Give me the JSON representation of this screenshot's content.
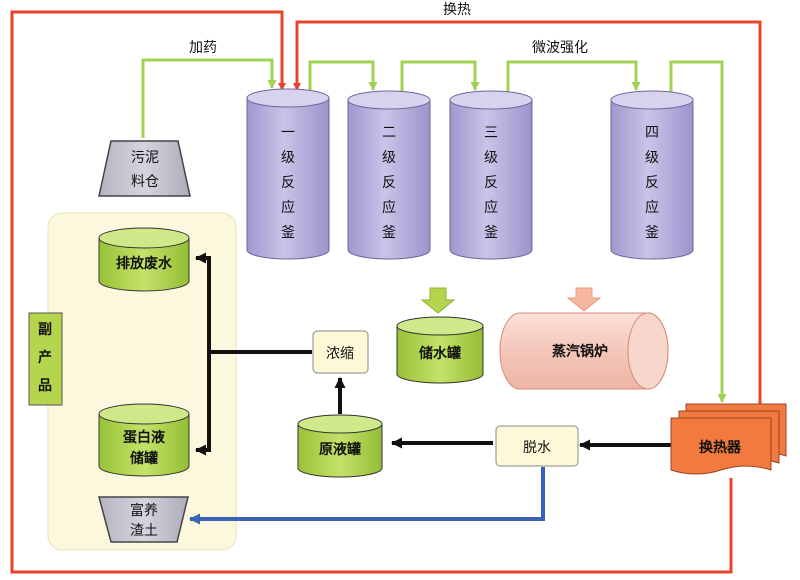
{
  "labels": {
    "heat_exchange": "换热",
    "dosing": "加药",
    "microwave": "微波强化",
    "sludge_bin": [
      "污泥",
      "料仓"
    ],
    "reactor1": [
      "一",
      "级",
      "反",
      "应",
      "釜"
    ],
    "reactor2": [
      "二",
      "级",
      "反",
      "应",
      "釜"
    ],
    "reactor3": [
      "三",
      "级",
      "反",
      "应",
      "釜"
    ],
    "reactor4": [
      "四",
      "级",
      "反",
      "应",
      "釜"
    ],
    "discharge_water": "排放废水",
    "byproduct": [
      "副",
      "产",
      "品"
    ],
    "protein_tank": [
      "蛋白液",
      "储罐"
    ],
    "fertilizer": [
      "富养",
      "渣土"
    ],
    "concentrate": "浓缩",
    "water_tank": "储水罐",
    "steam_boiler": "蒸汽锅炉",
    "raw_tank": "原液罐",
    "dewater": "脱水",
    "heat_exchanger": "换热器"
  },
  "colors": {
    "red_line": "#e8432c",
    "green_line": "#9fd452",
    "blue_line": "#3a62b7",
    "reactor_fill": "#b9b2dd",
    "tank_fill": "#b5d64c",
    "byproduct_panel": "#fbf8de",
    "box_fill": "#fdf9d8",
    "boiler_fill": "#f7cfc4",
    "exchanger_fill": "#f27a3e"
  }
}
